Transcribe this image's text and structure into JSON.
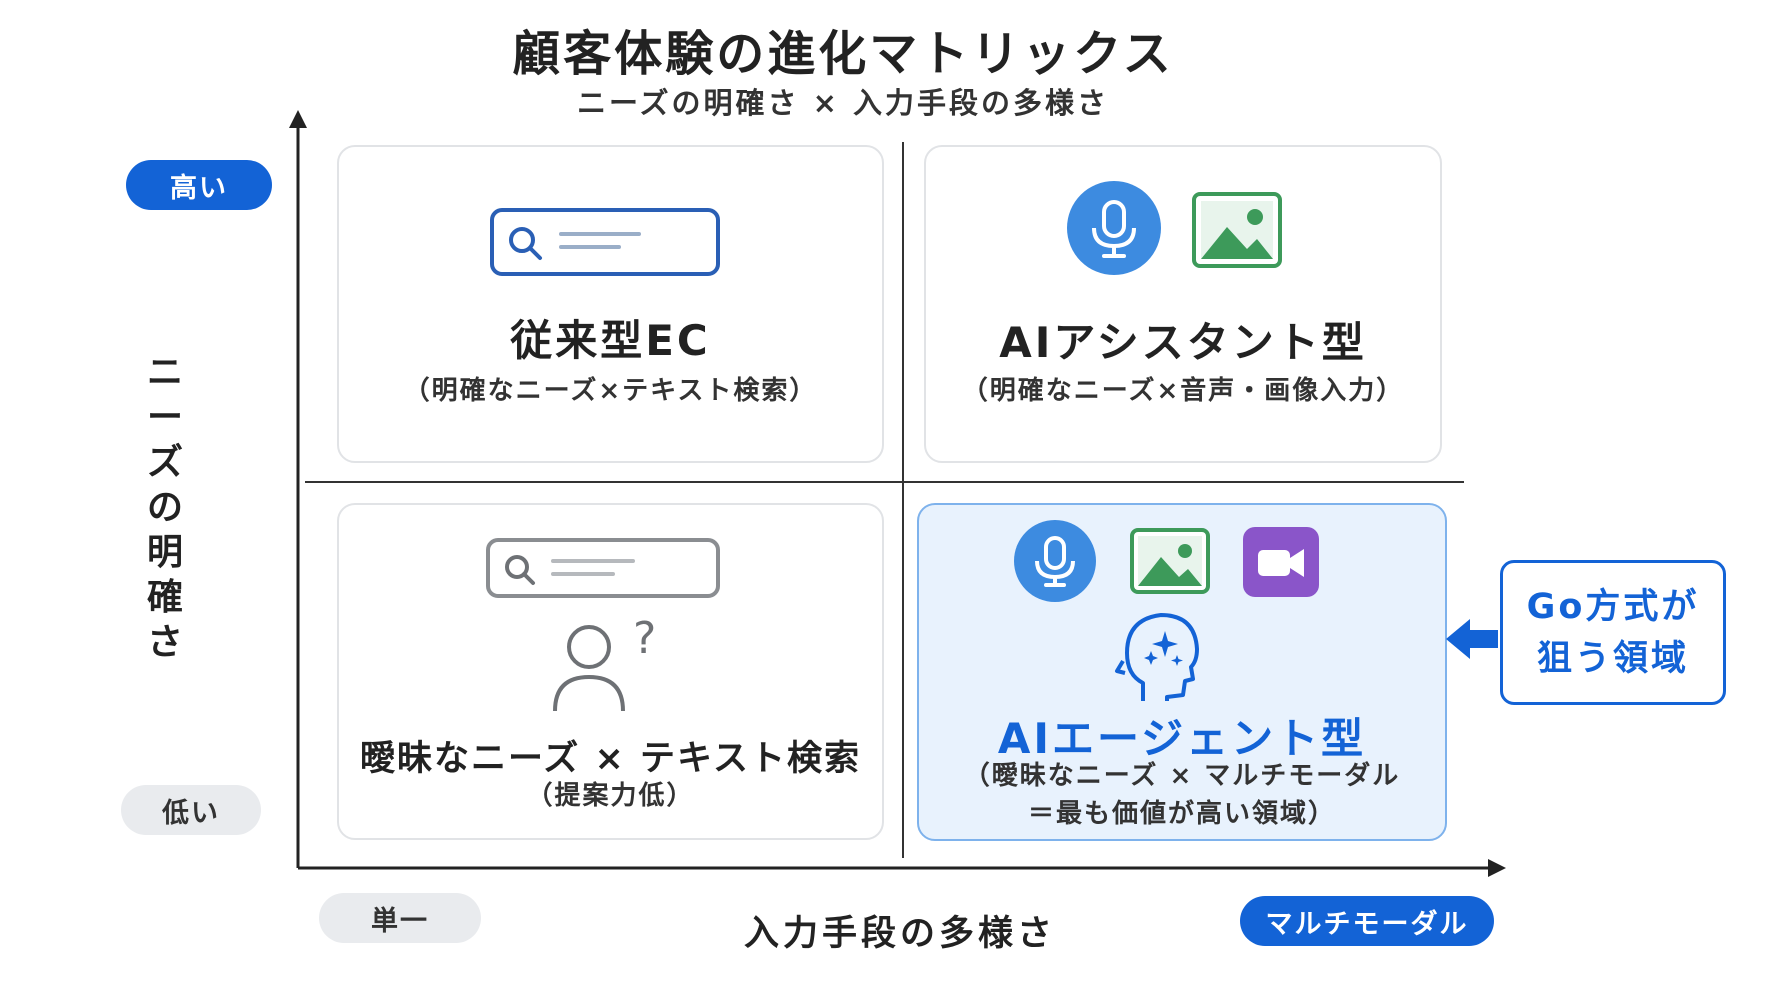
{
  "title": "顧客体験の進化マトリックス",
  "subtitle": "ニーズの明確さ × 入力手段の多様さ",
  "y_axis": {
    "label": "ニーズの明確さ",
    "high": "高い",
    "low": "低い"
  },
  "x_axis": {
    "label": "入力手段の多様さ",
    "low": "単一",
    "high": "マルチモーダル"
  },
  "quadrants": {
    "top_left": {
      "title": "従来型EC",
      "desc": "（明確なニーズ×テキスト検索）"
    },
    "top_right": {
      "title": "AIアシスタント型",
      "desc": "（明確なニーズ×音声・画像入力）"
    },
    "bottom_left": {
      "title": "曖昧なニーズ × テキスト検索",
      "desc": "（提案力低）"
    },
    "bottom_right": {
      "title": "AIエージェント型",
      "desc_line1": "（曖昧なニーズ × マルチモーダル",
      "desc_line2": "＝最も価値が高い領域）"
    }
  },
  "callout": {
    "line1": "Go方式が",
    "line2": "狙う領域"
  },
  "colors": {
    "accent_blue": "#1363d6",
    "highlight_bg": "#e8f2fd",
    "mic_blue": "#3d8be0",
    "image_green": "#3d9a5a",
    "video_purple": "#8a55c9"
  },
  "icons": {
    "top_left": [
      "search-bar-icon"
    ],
    "top_right": [
      "microphone-icon",
      "image-icon"
    ],
    "bottom_left": [
      "search-bar-icon",
      "person-question-icon"
    ],
    "bottom_right": [
      "microphone-icon",
      "image-icon",
      "video-icon",
      "ai-head-icon"
    ],
    "callout": [
      "arrow-left-icon"
    ]
  }
}
